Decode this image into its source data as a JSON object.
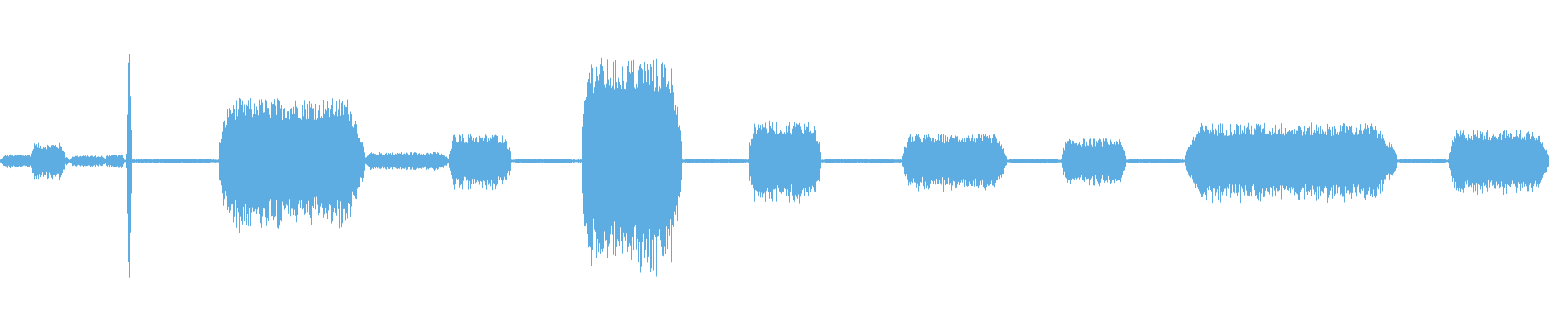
{
  "waveform": {
    "color": "#5dade2",
    "background": "#ffffff",
    "segments": [
      {
        "start": 0.0,
        "end": 0.045,
        "peak": 0.06
      },
      {
        "start": 0.02,
        "end": 0.042,
        "peak": 0.16
      },
      {
        "start": 0.045,
        "end": 0.068,
        "peak": 0.05
      },
      {
        "start": 0.068,
        "end": 0.08,
        "peak": 0.06
      },
      {
        "start": 0.081,
        "end": 0.087,
        "peak": 1.0
      },
      {
        "start": 0.087,
        "end": 0.14,
        "peak": 0.02
      },
      {
        "start": 0.141,
        "end": 0.235,
        "peak": 0.56
      },
      {
        "start": 0.235,
        "end": 0.29,
        "peak": 0.08
      },
      {
        "start": 0.29,
        "end": 0.33,
        "peak": 0.24
      },
      {
        "start": 0.33,
        "end": 0.372,
        "peak": 0.02
      },
      {
        "start": 0.375,
        "end": 0.44,
        "peak": 0.92
      },
      {
        "start": 0.44,
        "end": 0.482,
        "peak": 0.02
      },
      {
        "start": 0.483,
        "end": 0.53,
        "peak": 0.36
      },
      {
        "start": 0.53,
        "end": 0.582,
        "peak": 0.02
      },
      {
        "start": 0.582,
        "end": 0.65,
        "peak": 0.24
      },
      {
        "start": 0.65,
        "end": 0.685,
        "peak": 0.02
      },
      {
        "start": 0.685,
        "end": 0.727,
        "peak": 0.2
      },
      {
        "start": 0.727,
        "end": 0.765,
        "peak": 0.02
      },
      {
        "start": 0.765,
        "end": 0.902,
        "peak": 0.34
      },
      {
        "start": 0.902,
        "end": 0.935,
        "peak": 0.02
      },
      {
        "start": 0.935,
        "end": 1.0,
        "peak": 0.28
      }
    ]
  }
}
